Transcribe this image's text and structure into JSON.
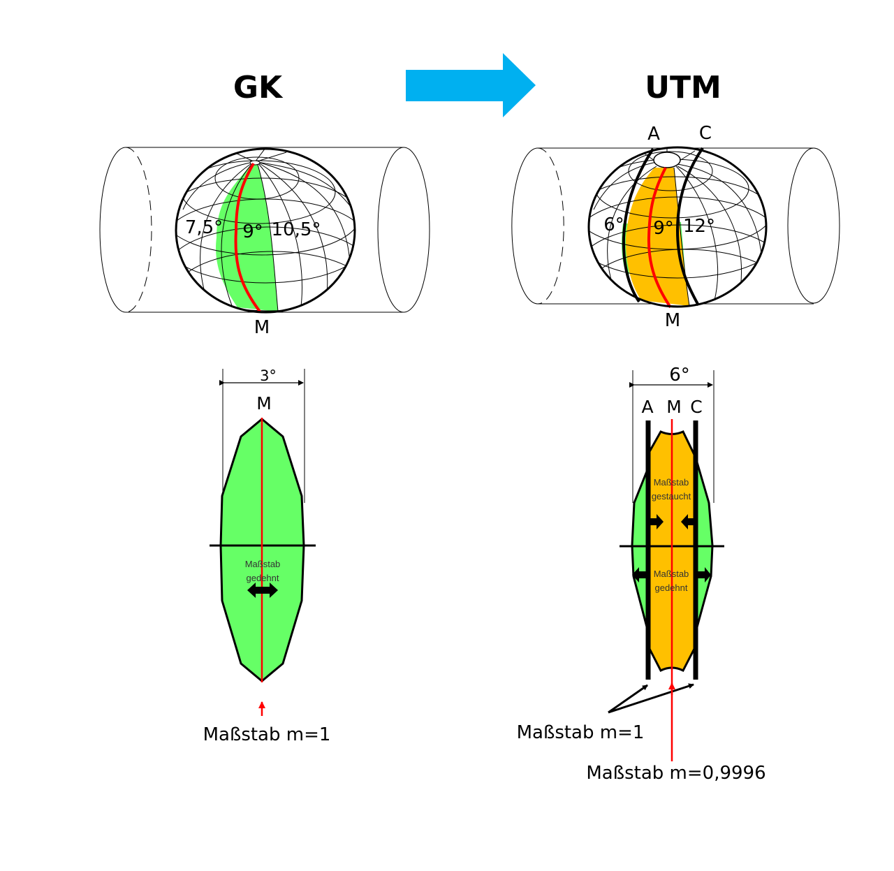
{
  "titles": {
    "left": "GK",
    "right": "UTM"
  },
  "colors": {
    "arrow": "#00b0f0",
    "green": "#66ff66",
    "orange": "#ffc000",
    "red": "#ff0000"
  },
  "gk": {
    "globe_labels": {
      "west": "7,5°",
      "center": "9°",
      "east": "10,5°",
      "meridian": "M"
    },
    "strip_width": "3°",
    "strip_meridian": "M",
    "scale_text_1": "Maßstab",
    "scale_text_2": "gedehnt",
    "scale_label": "Maßstab m=1"
  },
  "utm": {
    "globe_labels": {
      "a": "A",
      "c": "C",
      "west": "6°",
      "center": "9°",
      "east": "12°",
      "meridian": "M"
    },
    "strip_width": "6°",
    "strip_labels": {
      "a": "A",
      "m": "M",
      "c": "C"
    },
    "upper_text_1": "Maßstab",
    "upper_text_2": "gestaucht",
    "lower_text_1": "Maßstab",
    "lower_text_2": "gedehnt",
    "scale_label_secant": "Maßstab m=1",
    "scale_label_central": "Maßstab m=0,9996"
  }
}
